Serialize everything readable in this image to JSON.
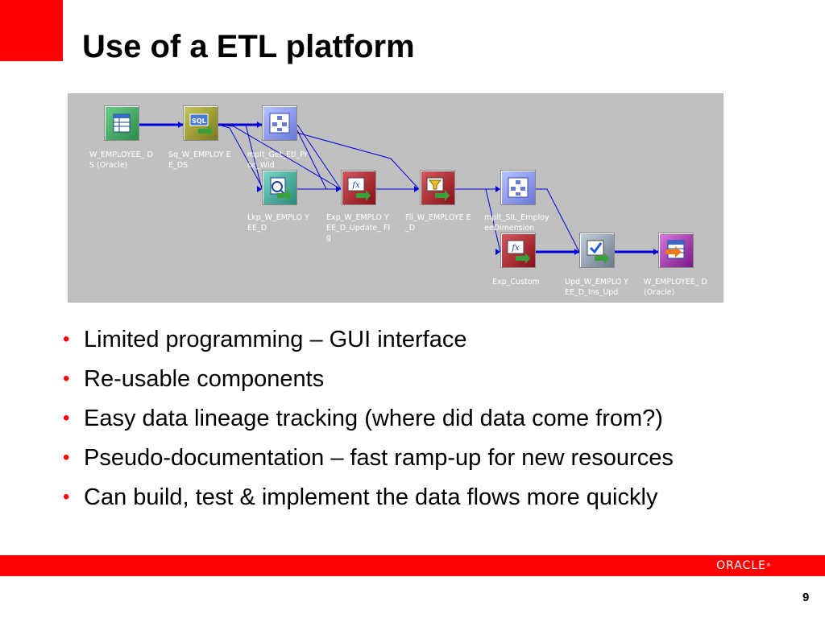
{
  "slide": {
    "title": "Use of a ETL platform",
    "page_number": "9"
  },
  "diagram": {
    "nodes": [
      {
        "id": "src",
        "label": "W_EMPLOYEE_ DS (Oracle)",
        "icon": "source-table-icon",
        "color": "#3aa05a"
      },
      {
        "id": "sq",
        "label": "Sq_W_EMPLOY EE_DS",
        "icon": "sql-icon",
        "color": "#8a8a20"
      },
      {
        "id": "mplt1",
        "label": "mplt_Get_Etl_Pr oc_Wid",
        "icon": "mapplet-icon",
        "color": "#7a8ae0"
      },
      {
        "id": "lkp",
        "label": "Lkp_W_EMPLO YEE_D",
        "icon": "lookup-icon",
        "color": "#2e9a8a"
      },
      {
        "id": "exp",
        "label": "Exp_W_EMPLO YEE_D_Update_ Flg",
        "icon": "expression-icon",
        "color": "#a01820"
      },
      {
        "id": "fil",
        "label": "Fil_W_EMPLOYE E_D",
        "icon": "filter-icon",
        "color": "#a01820"
      },
      {
        "id": "mplt2",
        "label": "mplt_SIL_Employ eeDimension",
        "icon": "mapplet-icon",
        "color": "#7a8ae0"
      },
      {
        "id": "expc",
        "label": "Exp_Custom",
        "icon": "expression-icon",
        "color": "#a01820"
      },
      {
        "id": "upd",
        "label": "Upd_W_EMPLO YEE_D_Ins_Upd",
        "icon": "update-strategy-icon",
        "color": "#7a8a98"
      },
      {
        "id": "tgt",
        "label": "W_EMPLOYEE_ D (Oracle)",
        "icon": "target-table-icon",
        "color": "#9a28a0"
      }
    ]
  },
  "bullets": [
    "Limited programming – GUI interface",
    "Re-usable components",
    "Easy data lineage tracking (where did data come from?)",
    "Pseudo-documentation – fast ramp-up for new resources",
    "Can build, test & implement the data flows more quickly"
  ],
  "footer": {
    "logo_text": "ORACLE",
    "brand_color": "#ff0000"
  }
}
